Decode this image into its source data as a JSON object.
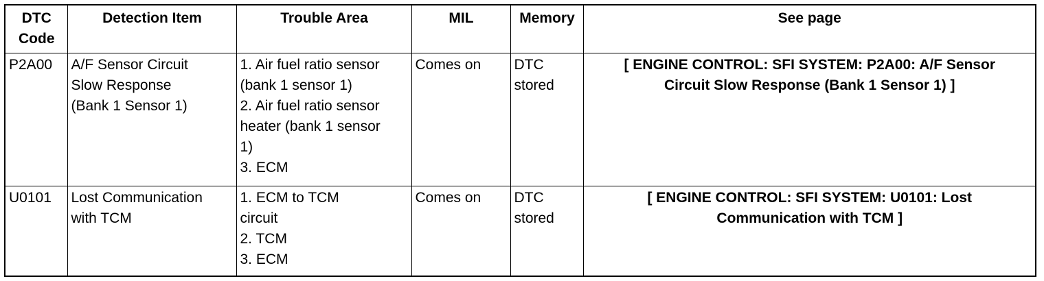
{
  "headers": {
    "code": [
      "DTC",
      "Code"
    ],
    "item": "Detection Item",
    "area": "Trouble Area",
    "mil": "MIL",
    "memory": "Memory",
    "page": "See page"
  },
  "rows": [
    {
      "code": "P2A00",
      "item": [
        "A/F Sensor Circuit",
        "Slow Response",
        "(Bank 1 Sensor 1)"
      ],
      "area": [
        "1. Air fuel ratio sensor",
        "(bank 1 sensor 1)",
        "2. Air fuel ratio sensor",
        "heater (bank 1 sensor",
        "1)",
        "3. ECM"
      ],
      "mil": "Comes on",
      "memory": [
        "DTC",
        "stored"
      ],
      "page": [
        "[ ENGINE CONTROL: SFI SYSTEM: P2A00: A/F Sensor",
        "Circuit Slow Response (Bank 1 Sensor 1) ]"
      ]
    },
    {
      "code": "U0101",
      "item": [
        "Lost Communication",
        "with TCM"
      ],
      "area": [
        "1. ECM to TCM",
        "circuit",
        "2. TCM",
        "3. ECM"
      ],
      "mil": "Comes on",
      "memory": [
        "DTC",
        "stored"
      ],
      "page": [
        "[ ENGINE CONTROL: SFI SYSTEM: U0101: Lost",
        "Communication with TCM ]"
      ]
    }
  ]
}
